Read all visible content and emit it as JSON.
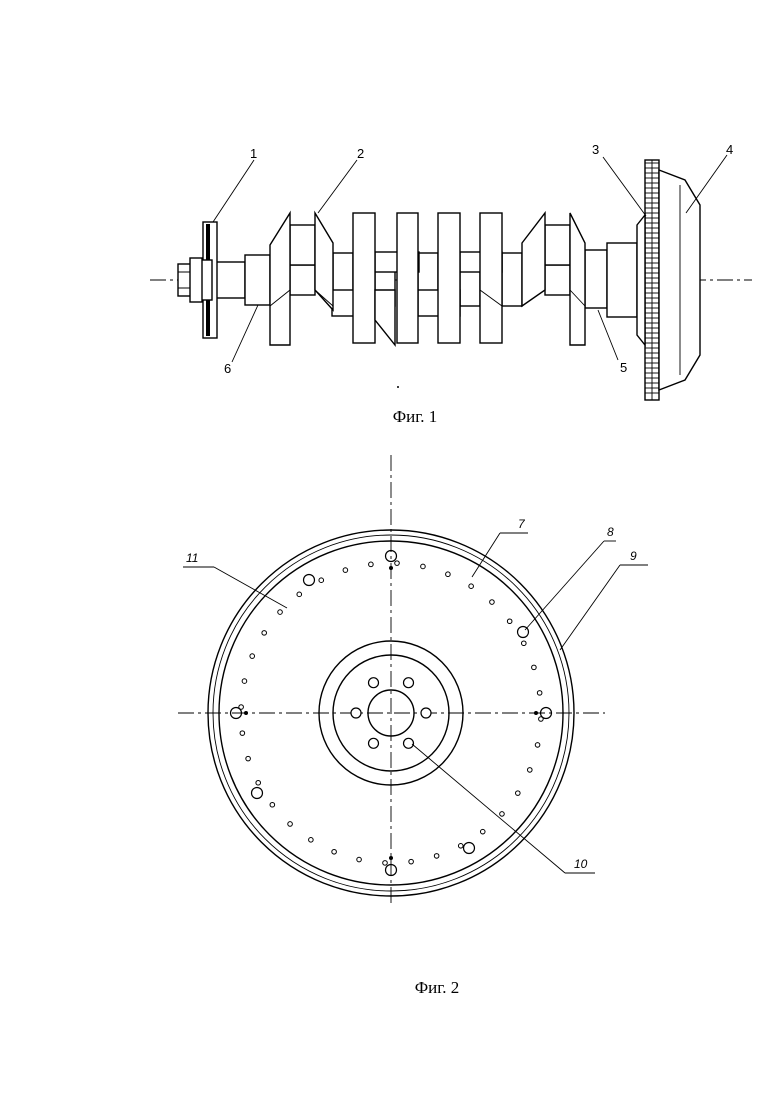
{
  "figure1": {
    "caption": "Фиг. 1",
    "callouts": [
      "1",
      "2",
      "3",
      "4",
      "5",
      "6"
    ]
  },
  "figure2": {
    "caption": "Фиг. 2",
    "callouts": [
      "7",
      "8",
      "9",
      "10",
      "11"
    ]
  }
}
